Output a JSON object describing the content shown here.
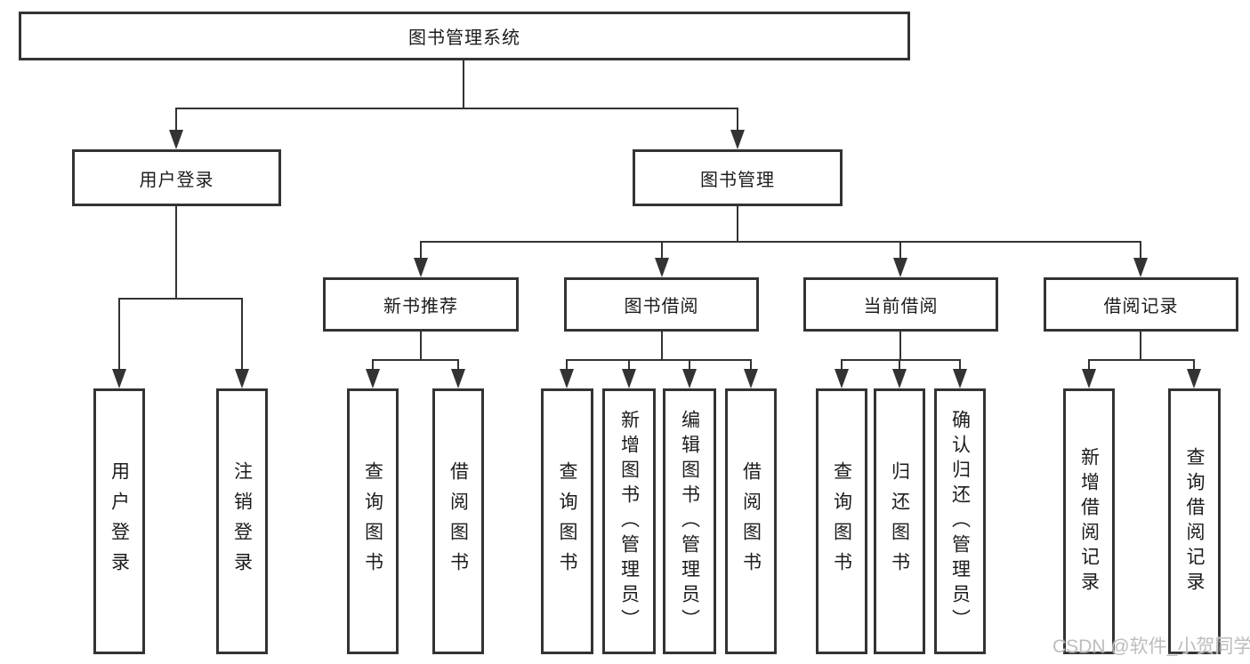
{
  "diagram": {
    "title_node": {
      "label": "图书管理系统"
    },
    "level2": {
      "user_login": {
        "label": "用户登录"
      },
      "book_mgmt": {
        "label": "图书管理"
      }
    },
    "level3": {
      "new_book_rec": {
        "label": "新书推荐"
      },
      "book_borrow": {
        "label": "图书借阅"
      },
      "current_borrow": {
        "label": "当前借阅"
      },
      "borrow_records": {
        "label": "借阅记录"
      }
    },
    "leaves": {
      "user_login_action": {
        "label": "用户登录"
      },
      "logout_action": {
        "label": "注销登录"
      },
      "rec_query_books": {
        "label": "查询图书"
      },
      "rec_borrow_books": {
        "label": "借阅图书"
      },
      "borrow_query_books": {
        "label": "查询图书"
      },
      "borrow_add_books": {
        "label": "新增图书（管理员）"
      },
      "borrow_edit_books": {
        "label": "编辑图书（管理员）"
      },
      "borrow_borrow_books": {
        "label": "借阅图书"
      },
      "current_query_books": {
        "label": "查询图书"
      },
      "current_return_books": {
        "label": "归还图书"
      },
      "current_confirm_return": {
        "label": "确认归还（管理员）"
      },
      "records_add_record": {
        "label": "新增借阅记录"
      },
      "records_query_record": {
        "label": "查询借阅记录"
      }
    }
  },
  "watermark": {
    "text": "CSDN @软件_小贺同学"
  },
  "colors": {
    "line": "#333333",
    "text": "#1c1c1c",
    "background": "#ffffff",
    "watermark": "#bdbdbd"
  }
}
